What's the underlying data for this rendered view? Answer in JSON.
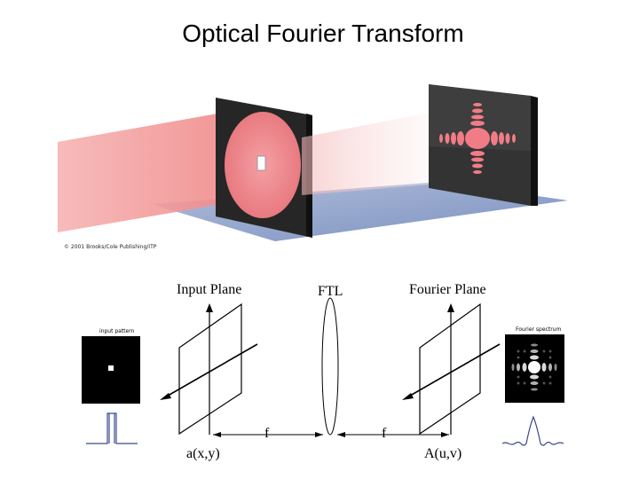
{
  "title": "Optical Fourier Transform",
  "copyright": "© 2001 Brooks/Cole Publishing/ITP",
  "labels": {
    "input_plane": "Input Plane",
    "ftl": "FTL",
    "fourier_plane": "Fourier Plane",
    "input_function": "a(x,y)",
    "output_function": "A(u,v)",
    "focal_left": "f",
    "focal_right": "f"
  },
  "thumbnails": {
    "input_pattern": "input pattern",
    "fourier_spectrum": "Fourier spectrum"
  },
  "colors": {
    "beam": "#f08a8a",
    "floor": "#8da0c8",
    "screen": "#2a2a2a"
  }
}
